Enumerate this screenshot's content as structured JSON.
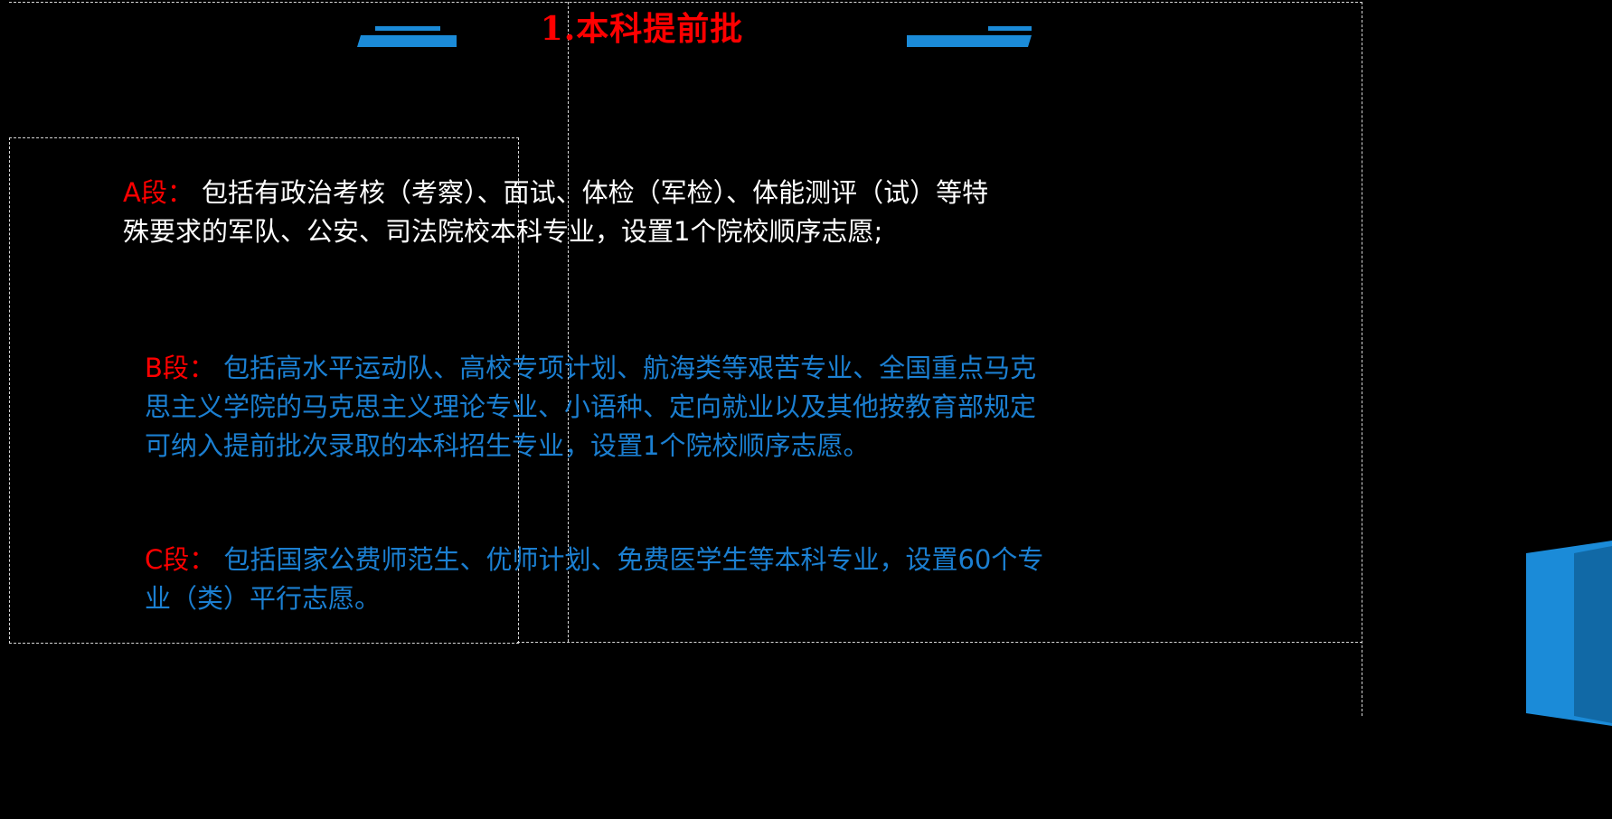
{
  "slide": {
    "background_color": "#000000",
    "title": "1.本科提前批",
    "title_color": "#ff0000",
    "accent_color": "#1b8bd8",
    "body_blue": "#1b7fd1",
    "body_white": "#ffffff"
  },
  "decorations": {
    "left_thin_bar": "blue-thin-bar",
    "left_thick_bar": "blue-thick-bar",
    "right_thin_bar": "blue-thin-bar",
    "right_thick_bar": "blue-thick-bar",
    "corner_shape": "blue-angled-corner"
  },
  "paragraphs": [
    {
      "id": "a",
      "tag": "A段：",
      "line1": " 包括有政治考核（考察）、面试、体检（军检）、体能测评（试）等特",
      "line2": "殊要求的军队、公安、司法院校本科专业，设置1个院校顺序志愿;",
      "color": "#ffffff"
    },
    {
      "id": "b",
      "tag": "B段：",
      "line1": " 包括高水平运动队、高校专项计划、航海类等艰苦专业、全国重点马克",
      "line2": "思主义学院的马克思主义理论专业、小语种、定向就业以及其他按教育部规定",
      "line3": "可纳入提前批次录取的本科招生专业，设置1个院校顺序志愿。",
      "color": "#1b7fd1"
    },
    {
      "id": "c",
      "tag": "C段：",
      "line1": " 包括国家公费师范生、优师计划、免费医学生等本科专业，设置60个专",
      "line2": "业（类）平行志愿。",
      "color": "#1b7fd1"
    }
  ]
}
